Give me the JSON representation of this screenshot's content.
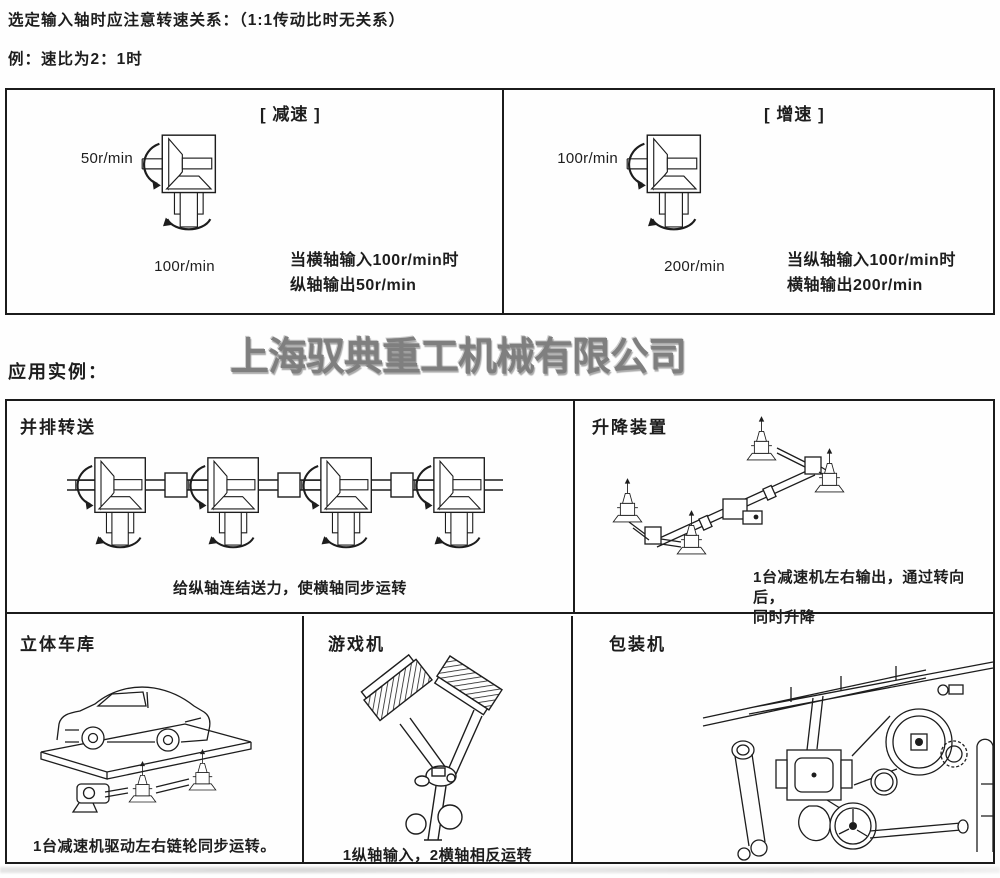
{
  "page": {
    "intro_line1": "选定输入轴时应注意转速关系：（1:1传动比时无关系）",
    "intro_line2": "例：速比为2：1时",
    "watermark": "上海驭典重工机械有限公司",
    "section_heading": "应用实例："
  },
  "speed_examples": {
    "reduction": {
      "title": "[ 减速 ]",
      "side_label": "50r/min",
      "bottom_label": "100r/min",
      "desc_line1": "当横轴输入100r/min时",
      "desc_line2": "纵轴输出50r/min"
    },
    "acceleration": {
      "title": "[ 增速 ]",
      "side_label": "100r/min",
      "bottom_label": "200r/min",
      "desc_line1": "当纵轴输入100r/min时",
      "desc_line2": "横轴输出200r/min"
    }
  },
  "applications": {
    "parallel_transfer": {
      "title": "并排转送",
      "caption": "给纵轴连结送力，使横轴同步运转"
    },
    "lifting_device": {
      "title": "升降装置",
      "caption_line1": "1台减速机左右输出，通过转向后，",
      "caption_line2": "同时升降"
    },
    "parking_garage": {
      "title": "立体车库",
      "caption": "1台减速机驱动左右链轮同步运转。"
    },
    "game_machine": {
      "title": "游戏机",
      "caption": "1纵轴输入，2横轴相反运转"
    },
    "packaging_machine": {
      "title": "包装机"
    }
  },
  "colors": {
    "ink": "#1d1d1d",
    "watermark_gray": "#7f7f7f",
    "background": "#fefefe"
  }
}
